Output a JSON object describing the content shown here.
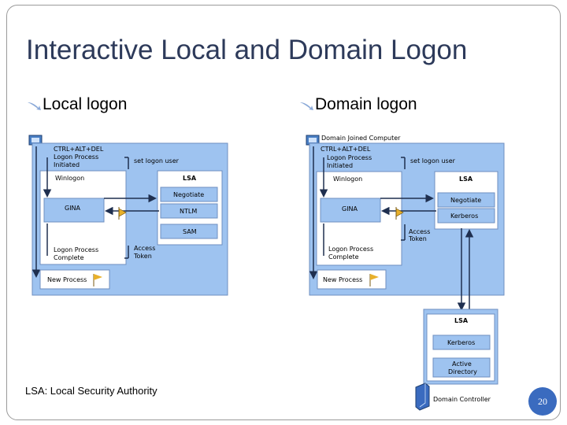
{
  "slide": {
    "title": "Interactive Local and Domain Logon",
    "footnote": "LSA: Local Security Authority",
    "page_number": "20"
  },
  "bullets": {
    "left": "Local logon",
    "right": "Domain logon"
  },
  "local_diagram": {
    "ctrl_alt_del": "CTRL+ALT+DEL",
    "logon_initiated_1": "Logon Process",
    "logon_initiated_2": "Initiated",
    "set_logon_user": "set logon user",
    "winlogon": "Winlogon",
    "lsa": "LSA",
    "negotiate": "Negotiate",
    "gina": "GINA",
    "ntlm": "NTLM",
    "sam": "SAM",
    "logon_complete_1": "Logon Process",
    "logon_complete_2": "Complete",
    "access_token_1": "Access",
    "access_token_2": "Token",
    "new_process": "New Process"
  },
  "domain_diagram": {
    "computer_label": "Domain Joined Computer",
    "ctrl_alt_del": "CTRL+ALT+DEL",
    "logon_initiated_1": "Logon Process",
    "logon_initiated_2": "Initiated",
    "set_logon_user": "set logon user",
    "winlogon": "Winlogon",
    "lsa": "LSA",
    "negotiate": "Negotiate",
    "kerberos": "Kerberos",
    "gina": "GINA",
    "access_token_1": "Access",
    "access_token_2": "Token",
    "logon_complete_1": "Logon Process",
    "logon_complete_2": "Complete",
    "new_process": "New Process",
    "dc_lsa": "LSA",
    "dc_kerberos": "Kerberos",
    "dc_ad_1": "Active",
    "dc_ad_2": "Directory",
    "dc_label": "Domain Controller"
  },
  "colors": {
    "title": "#2d3a5a",
    "panel_fill": "#9ec3f0",
    "panel_border": "#6f8fc0",
    "box_fill": "#ffffff",
    "box_header": "#d6e4f7",
    "arrow": "#1f2f4f",
    "badge": "#3a6bbf"
  }
}
